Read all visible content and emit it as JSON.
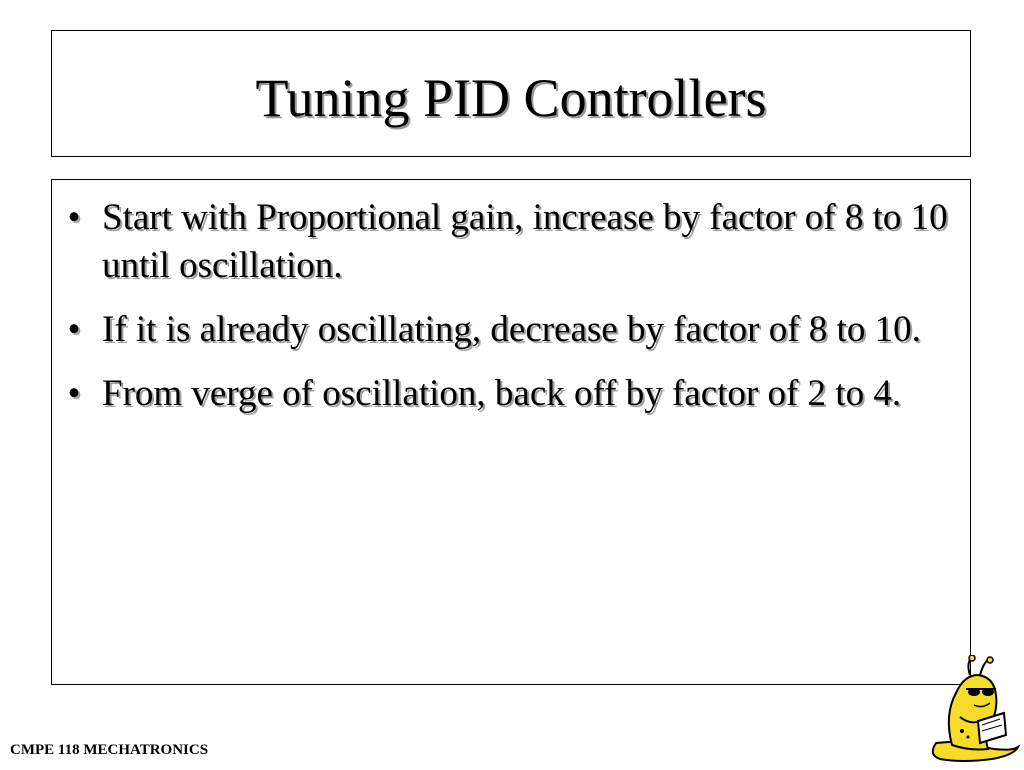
{
  "slide": {
    "title": "Tuning PID Controllers",
    "bullets": [
      {
        "marker": "•",
        "text": "Start with Proportional gain, increase by factor of 8 to 10 until oscillation."
      },
      {
        "marker": "•",
        "text": "If it is already oscillating, decrease by factor of 8 to 10."
      },
      {
        "marker": "•",
        "text": "From verge of oscillation, back off by factor of 2 to 4."
      }
    ],
    "footer": "CMPE 118 MECHATRONICS"
  },
  "mascot": {
    "icon": "banana-slug-mascot-icon",
    "body_color": "#f5dc2a",
    "outline_color": "#000000"
  }
}
